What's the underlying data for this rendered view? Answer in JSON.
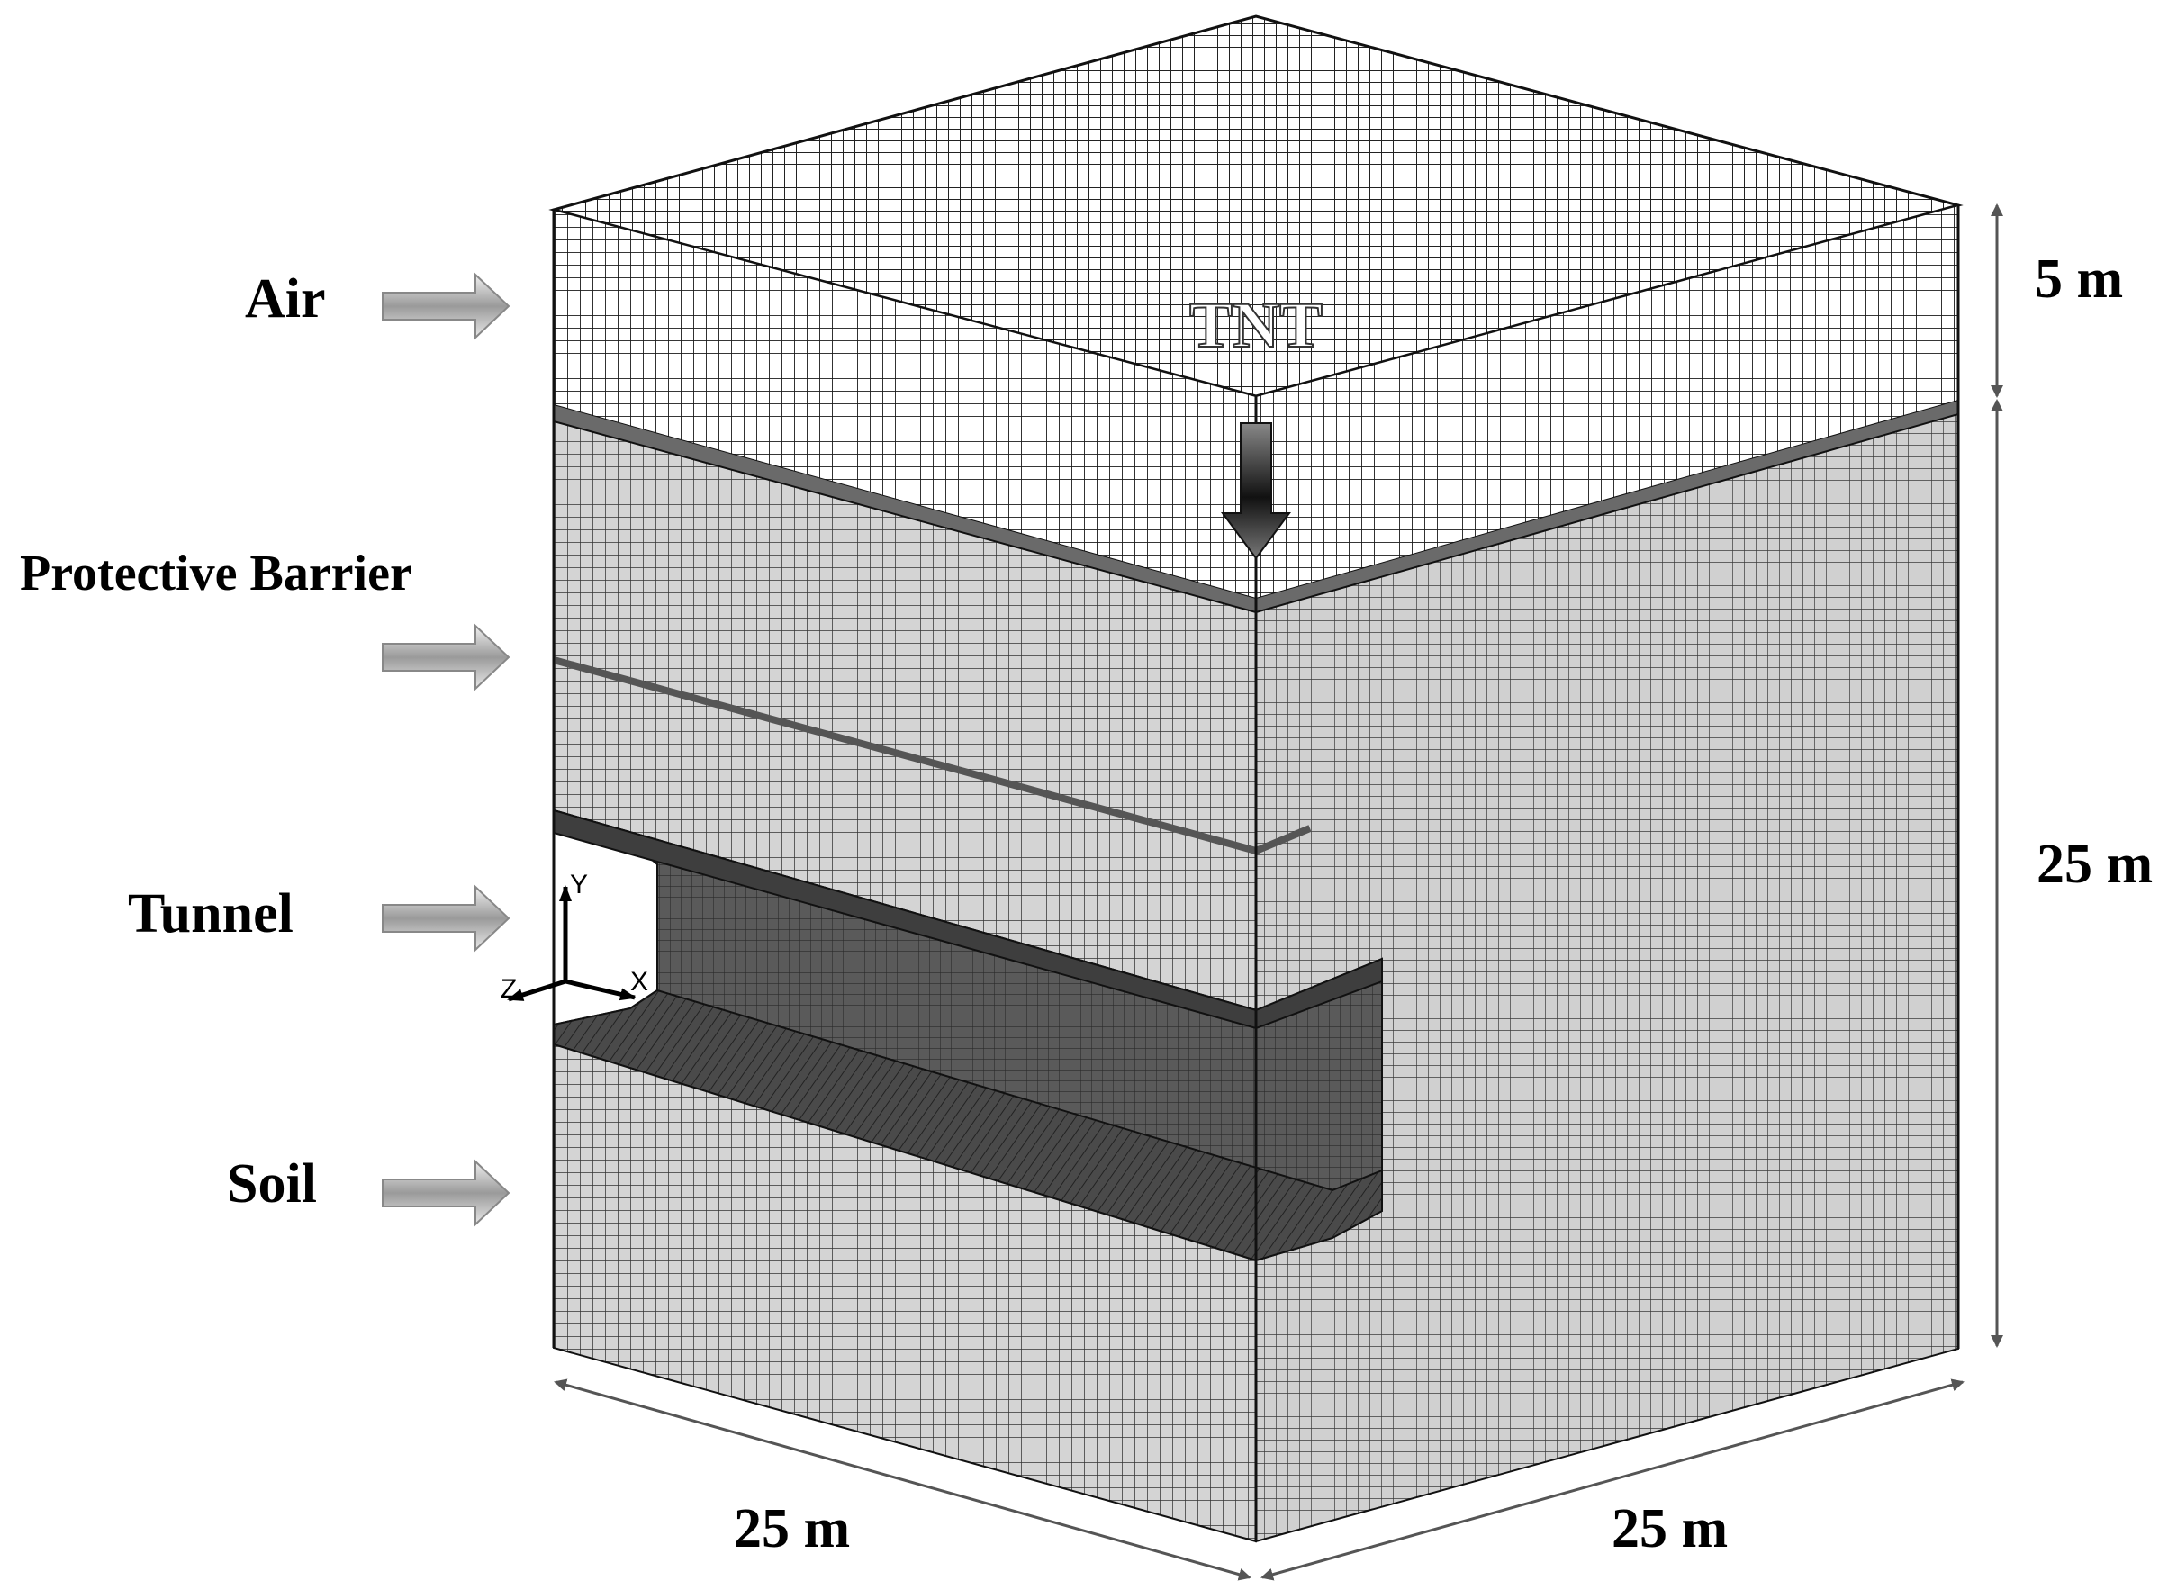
{
  "labels": {
    "air": "Air",
    "barrier": "Protective Barrier",
    "tunnel": "Tunnel",
    "soil": "Soil",
    "charge": "TNT"
  },
  "dimensions": {
    "air_height": "5 m",
    "soil_height": "25 m",
    "front_width": "25 m",
    "side_depth": "25 m"
  },
  "axes": {
    "x": "X",
    "y": "Y",
    "z": "Z"
  },
  "colors": {
    "air": "#ffffff",
    "soil": "#d4d4d4",
    "tunnel": "#5a5a5a",
    "mesh_line": "#222222",
    "callout_arrow": "#bdbdbd"
  }
}
